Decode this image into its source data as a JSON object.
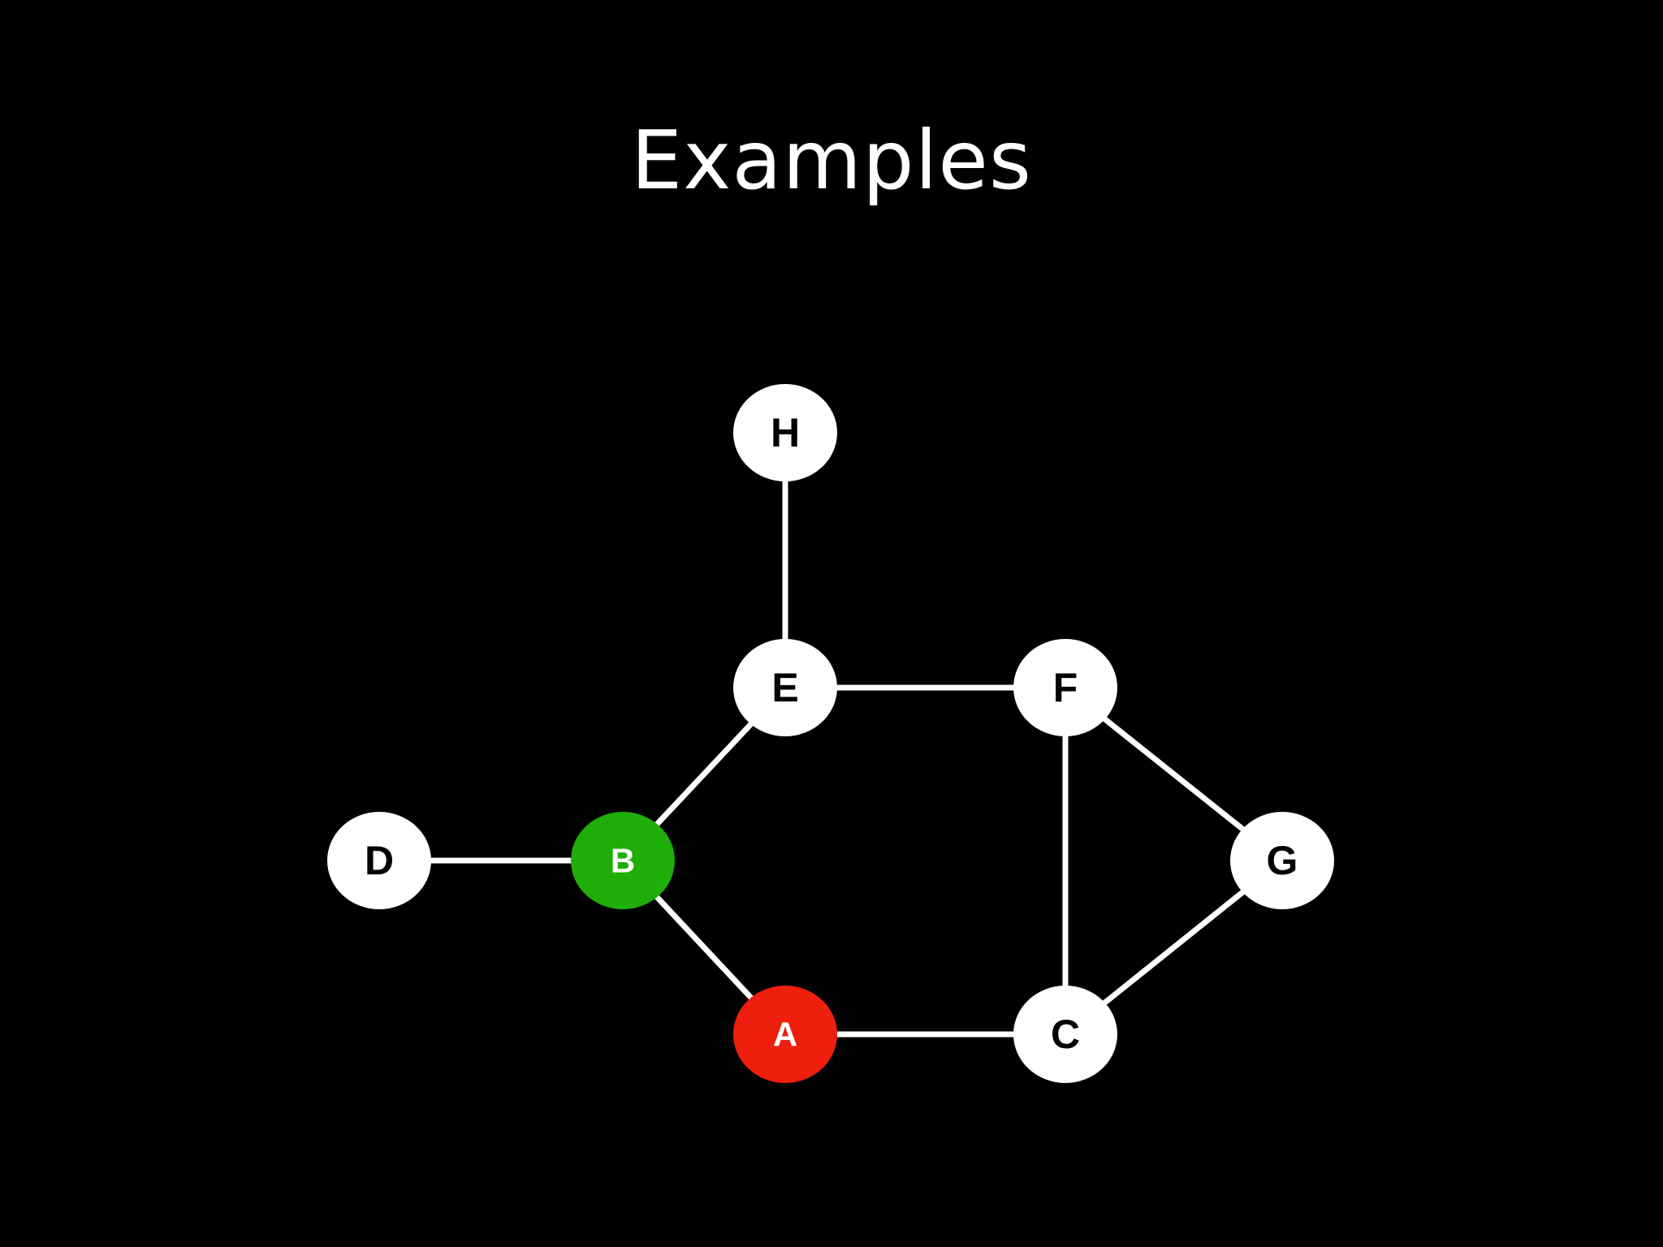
{
  "slide": {
    "title": "Examples"
  },
  "colors": {
    "background": "#000000",
    "edge": "#ffffff",
    "node_default": "#ffffff",
    "label_default": "#000000",
    "node_start": "#ee1f0c",
    "node_current": "#1fad07",
    "label_highlight": "#ffffff"
  },
  "graph": {
    "nodes": [
      {
        "id": "H",
        "label": "H",
        "fill": "#ffffff",
        "text_color": "#000000"
      },
      {
        "id": "E",
        "label": "E",
        "fill": "#ffffff",
        "text_color": "#000000"
      },
      {
        "id": "F",
        "label": "F",
        "fill": "#ffffff",
        "text_color": "#000000"
      },
      {
        "id": "D",
        "label": "D",
        "fill": "#ffffff",
        "text_color": "#000000"
      },
      {
        "id": "B",
        "label": "B",
        "fill": "#1fad07",
        "text_color": "#ffffff"
      },
      {
        "id": "G",
        "label": "G",
        "fill": "#ffffff",
        "text_color": "#000000"
      },
      {
        "id": "A",
        "label": "A",
        "fill": "#ee1f0c",
        "text_color": "#ffffff"
      },
      {
        "id": "C",
        "label": "C",
        "fill": "#ffffff",
        "text_color": "#000000"
      }
    ],
    "edges": [
      {
        "from": "H",
        "to": "E"
      },
      {
        "from": "E",
        "to": "F"
      },
      {
        "from": "E",
        "to": "B"
      },
      {
        "from": "D",
        "to": "B"
      },
      {
        "from": "B",
        "to": "A"
      },
      {
        "from": "A",
        "to": "C"
      },
      {
        "from": "F",
        "to": "C"
      },
      {
        "from": "F",
        "to": "G"
      },
      {
        "from": "G",
        "to": "C"
      }
    ]
  }
}
